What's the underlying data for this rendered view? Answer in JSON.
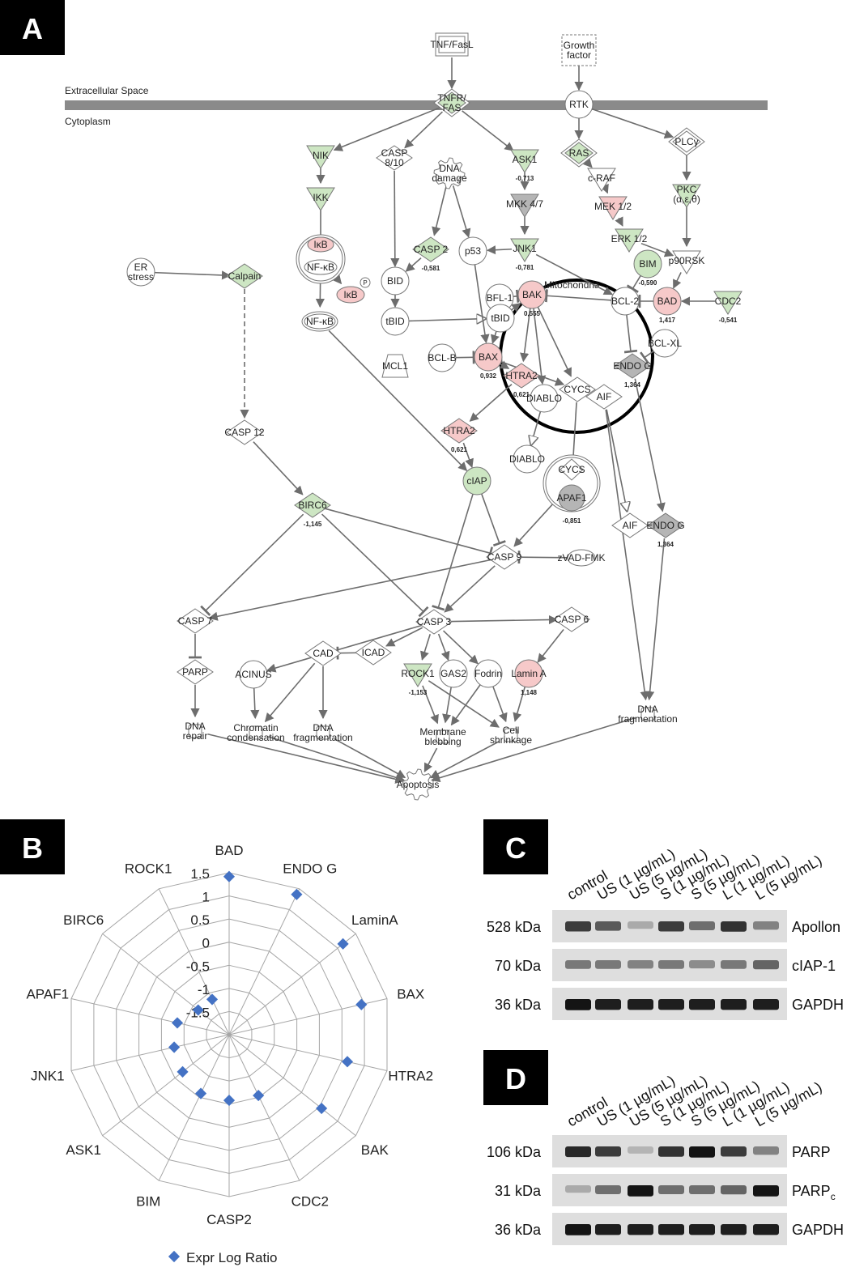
{
  "panels": {
    "a": "A",
    "b": "B",
    "c": "C",
    "d": "D"
  },
  "pathway": {
    "compartments": {
      "top": "Extracellular Space",
      "bottom": "Cytoplasm"
    },
    "mito_label": "Mitochondria",
    "nodes": [
      {
        "id": "tnffasl",
        "label": "TNF/FasL",
        "shape": "square2",
        "color": "#ffffff"
      },
      {
        "id": "growth",
        "label": "Growth factor",
        "shape": "dashsquare",
        "color": "#ffffff"
      },
      {
        "id": "tnfr",
        "label": "TNFR/ FAS",
        "shape": "diamond2",
        "color": "#cde6c3"
      },
      {
        "id": "rtk",
        "label": "RTK",
        "shape": "circle",
        "color": "#ffffff"
      },
      {
        "id": "nik",
        "label": "NIK",
        "shape": "tri",
        "color": "#cde6c3"
      },
      {
        "id": "casp810",
        "label": "CASP 8/10",
        "shape": "diamond",
        "color": "#ffffff"
      },
      {
        "id": "dnadmg",
        "label": "DNA damage",
        "shape": "gear",
        "color": "#ffffff"
      },
      {
        "id": "ask1",
        "label": "ASK1",
        "shape": "tri",
        "color": "#cde6c3",
        "value": "-0,713"
      },
      {
        "id": "ras",
        "label": "RAS",
        "shape": "diamond2",
        "color": "#cde6c3"
      },
      {
        "id": "plcy",
        "label": "PLCγ",
        "shape": "diamond2",
        "color": "#ffffff"
      },
      {
        "id": "craf",
        "label": "c-RAF",
        "shape": "tri",
        "color": "#ffffff"
      },
      {
        "id": "ikk",
        "label": "IKK",
        "shape": "tri",
        "color": "#cde6c3"
      },
      {
        "id": "mkk",
        "label": "MKK 4/7",
        "shape": "tri",
        "color": "#b5b5b5"
      },
      {
        "id": "mek",
        "label": "MEK 1/2",
        "shape": "tri",
        "color": "#f6c9c9"
      },
      {
        "id": "pkc",
        "label": "PKC (α,ε,θ)",
        "shape": "tri",
        "color": "#cde6c3"
      },
      {
        "id": "ikbnfkb",
        "label": "IκB NF-κB",
        "shape": "complex",
        "color": "#ffffff"
      },
      {
        "id": "erk",
        "label": "ERK 1/2",
        "shape": "tri",
        "color": "#cde6c3"
      },
      {
        "id": "ers",
        "label": "ER stress",
        "shape": "circle",
        "color": "#ffffff"
      },
      {
        "id": "calpain",
        "label": "Calpain",
        "shape": "diamond",
        "color": "#cde6c3"
      },
      {
        "id": "casp2a",
        "label": "CASP 2",
        "shape": "diamond",
        "color": "#cde6c3",
        "value": "-0,581"
      },
      {
        "id": "p53",
        "label": "p53",
        "shape": "circle",
        "color": "#ffffff"
      },
      {
        "id": "jnk1",
        "label": "JNK1",
        "shape": "tri",
        "color": "#cde6c3",
        "value": "-0,781"
      },
      {
        "id": "bim",
        "label": "BIM",
        "shape": "circle",
        "color": "#cde6c3",
        "value": "-0,590"
      },
      {
        "id": "p90rsk",
        "label": "p90RSK",
        "shape": "tri",
        "color": "#ffffff"
      },
      {
        "id": "ikbp",
        "label": "IκB",
        "shape": "oval",
        "color": "#f6c9c9",
        "phospho": "P"
      },
      {
        "id": "bid",
        "label": "BID",
        "shape": "circle",
        "color": "#ffffff"
      },
      {
        "id": "bfl1",
        "label": "BFL-1",
        "shape": "circle",
        "color": "#ffffff"
      },
      {
        "id": "bak",
        "label": "BAK",
        "shape": "circle",
        "color": "#f6c9c9",
        "value": "0,555"
      },
      {
        "id": "bcl2",
        "label": "BCL-2",
        "shape": "circle",
        "color": "#ffffff"
      },
      {
        "id": "bad",
        "label": "BAD",
        "shape": "circle",
        "color": "#f6c9c9",
        "value": "1,417"
      },
      {
        "id": "cdc2",
        "label": "CDC2",
        "shape": "tri",
        "color": "#cde6c3",
        "value": "-0,541"
      },
      {
        "id": "nfkb",
        "label": "NF-κB",
        "shape": "complex1",
        "color": "#ffffff"
      },
      {
        "id": "tbid",
        "label": "tBID",
        "shape": "circle",
        "color": "#ffffff"
      },
      {
        "id": "tbid2",
        "label": "tBID",
        "shape": "circle",
        "color": "#ffffff"
      },
      {
        "id": "bclxl",
        "label": "BCL-XL",
        "shape": "circle",
        "color": "#ffffff"
      },
      {
        "id": "bclb",
        "label": "BCL-B",
        "shape": "circle",
        "color": "#ffffff"
      },
      {
        "id": "bax",
        "label": "BAX",
        "shape": "circle",
        "color": "#f6c9c9",
        "value": "0,932"
      },
      {
        "id": "mcl1",
        "label": "MCL1",
        "shape": "trap",
        "color": "#ffffff"
      },
      {
        "id": "endog1",
        "label": "ENDO G",
        "shape": "diamond",
        "color": "#b5b5b5",
        "value": "1,364"
      },
      {
        "id": "htra2a",
        "label": "HTRA2",
        "shape": "diamond",
        "color": "#f6c9c9",
        "value": "0,621"
      },
      {
        "id": "cycs1",
        "label": "CYCS",
        "shape": "diamond",
        "color": "#ffffff"
      },
      {
        "id": "diablo1",
        "label": "DIABLO",
        "shape": "circle",
        "color": "#ffffff"
      },
      {
        "id": "aif1",
        "label": "AIF",
        "shape": "diamond",
        "color": "#ffffff"
      },
      {
        "id": "casp12",
        "label": "CASP 12",
        "shape": "diamond",
        "color": "#ffffff"
      },
      {
        "id": "htra2b",
        "label": "HTRA2",
        "shape": "diamond",
        "color": "#f6c9c9",
        "value": "0,621"
      },
      {
        "id": "diablo2",
        "label": "DIABLO",
        "shape": "circle",
        "color": "#ffffff"
      },
      {
        "id": "ciap",
        "label": "cIAP",
        "shape": "circle",
        "color": "#cde6c3"
      },
      {
        "id": "cycsapaf",
        "label": "CYCS APAF1",
        "shape": "apoptosome",
        "color": "#ffffff",
        "value": "-0,851"
      },
      {
        "id": "birc6",
        "label": "BIRC6",
        "shape": "diamond",
        "color": "#cde6c3",
        "value": "-1,145"
      },
      {
        "id": "aif2",
        "label": "AIF",
        "shape": "diamond",
        "color": "#ffffff"
      },
      {
        "id": "endog2",
        "label": "ENDO G",
        "shape": "diamond",
        "color": "#b5b5b5",
        "value": "1,364"
      },
      {
        "id": "casp9",
        "label": "CASP 9",
        "shape": "diamond",
        "color": "#ffffff"
      },
      {
        "id": "zvad",
        "label": "zVAD-FMK",
        "shape": "oval",
        "color": "#ffffff"
      },
      {
        "id": "casp7",
        "label": "CASP 7",
        "shape": "diamond",
        "color": "#ffffff"
      },
      {
        "id": "casp3",
        "label": "CASP 3",
        "shape": "diamond",
        "color": "#ffffff"
      },
      {
        "id": "casp6",
        "label": "CASP 6",
        "shape": "diamond",
        "color": "#ffffff"
      },
      {
        "id": "cad",
        "label": "CAD",
        "shape": "diamond",
        "color": "#ffffff"
      },
      {
        "id": "icad",
        "label": "ICAD",
        "shape": "diamond",
        "color": "#ffffff"
      },
      {
        "id": "parp",
        "label": "PARP",
        "shape": "diamond",
        "color": "#ffffff"
      },
      {
        "id": "acinus",
        "label": "ACINUS",
        "shape": "circle",
        "color": "#ffffff"
      },
      {
        "id": "rock1",
        "label": "ROCK1",
        "shape": "tri",
        "color": "#cde6c3",
        "value": "-1,153"
      },
      {
        "id": "gas2",
        "label": "GAS2",
        "shape": "circle",
        "color": "#ffffff"
      },
      {
        "id": "fodrin",
        "label": "Fodrin",
        "shape": "circle",
        "color": "#ffffff"
      },
      {
        "id": "lamina",
        "label": "Lamin A",
        "shape": "circle",
        "color": "#f6c9c9",
        "value": "1,148"
      },
      {
        "id": "dnarepair",
        "label": "DNA repair",
        "shape": "process",
        "color": "#ffffff"
      },
      {
        "id": "chromatin",
        "label": "Chromatin condensation",
        "shape": "process",
        "color": "#ffffff"
      },
      {
        "id": "dnafrag1",
        "label": "DNA fragmentation",
        "shape": "process",
        "color": "#ffffff"
      },
      {
        "id": "membrane",
        "label": "Membrane blebbing",
        "shape": "process",
        "color": "#ffffff"
      },
      {
        "id": "cellshrink",
        "label": "Cell shrinkage",
        "shape": "process",
        "color": "#ffffff"
      },
      {
        "id": "dnafrag2",
        "label": "DNA fragmentation",
        "shape": "process",
        "color": "#ffffff"
      },
      {
        "id": "apoptosis",
        "label": "Apoptosis",
        "shape": "gear",
        "color": "#ffffff"
      }
    ]
  },
  "radar": {
    "labels": [
      "BAD",
      "ENDO G",
      "LaminA",
      "BAX",
      "HTRA2",
      "BAK",
      "CDC2",
      "CASP2",
      "BIM",
      "ASK1",
      "JNK1",
      "APAF1",
      "BIRC6",
      "ROCK1"
    ],
    "ticks": [
      "1.5",
      "1",
      "0.5",
      "0",
      "-0.5",
      "-1",
      "-1.5"
    ],
    "legend": "Expr Log Ratio",
    "color": "#4472c4"
  },
  "chart_data": {
    "type": "radar",
    "categories": [
      "BAD",
      "ENDO G",
      "LaminA",
      "BAX",
      "HTRA2",
      "BAK",
      "CDC2",
      "CASP2",
      "BIM",
      "ASK1",
      "JNK1",
      "APAF1",
      "BIRC6",
      "ROCK1"
    ],
    "series": [
      {
        "name": "Expr Log Ratio",
        "values": [
          1.417,
          1.364,
          1.148,
          0.932,
          0.621,
          0.555,
          -0.541,
          -0.581,
          -0.59,
          -0.713,
          -0.781,
          -0.851,
          -1.145,
          -1.153
        ]
      }
    ],
    "ylim": [
      -2,
      1.5
    ]
  },
  "blot_c": {
    "lanes": [
      "control",
      "US (1 µg/mL)",
      "US (5 µg/mL)",
      "S (1 µg/mL)",
      "S (5 µg/mL)",
      "L (1 µg/mL)",
      "L (5 µg/mL)"
    ],
    "rows": [
      {
        "kda": "528 kDa",
        "name": "Apollon",
        "sub": "",
        "intensity": [
          0.75,
          0.6,
          0.2,
          0.75,
          0.5,
          0.8,
          0.4
        ]
      },
      {
        "kda": "70 kDa",
        "name": "cIAP-1",
        "sub": "",
        "intensity": [
          0.45,
          0.45,
          0.4,
          0.45,
          0.35,
          0.45,
          0.55
        ]
      },
      {
        "kda": "36 kDa",
        "name": "GAPDH",
        "sub": "",
        "intensity": [
          0.95,
          0.9,
          0.9,
          0.9,
          0.9,
          0.9,
          0.9
        ]
      }
    ]
  },
  "blot_d": {
    "lanes": [
      "control",
      "US (1 µg/mL)",
      "US (5 µg/mL)",
      "S (1 µg/mL)",
      "S (5 µg/mL)",
      "L (1 µg/mL)",
      "L (5 µg/mL)"
    ],
    "rows": [
      {
        "kda": "106 kDa",
        "name": "PARP",
        "sub": "",
        "intensity": [
          0.85,
          0.75,
          0.15,
          0.8,
          0.95,
          0.75,
          0.4
        ]
      },
      {
        "kda": "31 kDa",
        "name": "PARP",
        "sub": "c",
        "intensity": [
          0.2,
          0.5,
          0.95,
          0.5,
          0.5,
          0.55,
          0.95
        ]
      },
      {
        "kda": "36 kDa",
        "name": "GAPDH",
        "sub": "",
        "intensity": [
          0.95,
          0.9,
          0.9,
          0.9,
          0.9,
          0.9,
          0.9
        ]
      }
    ]
  }
}
